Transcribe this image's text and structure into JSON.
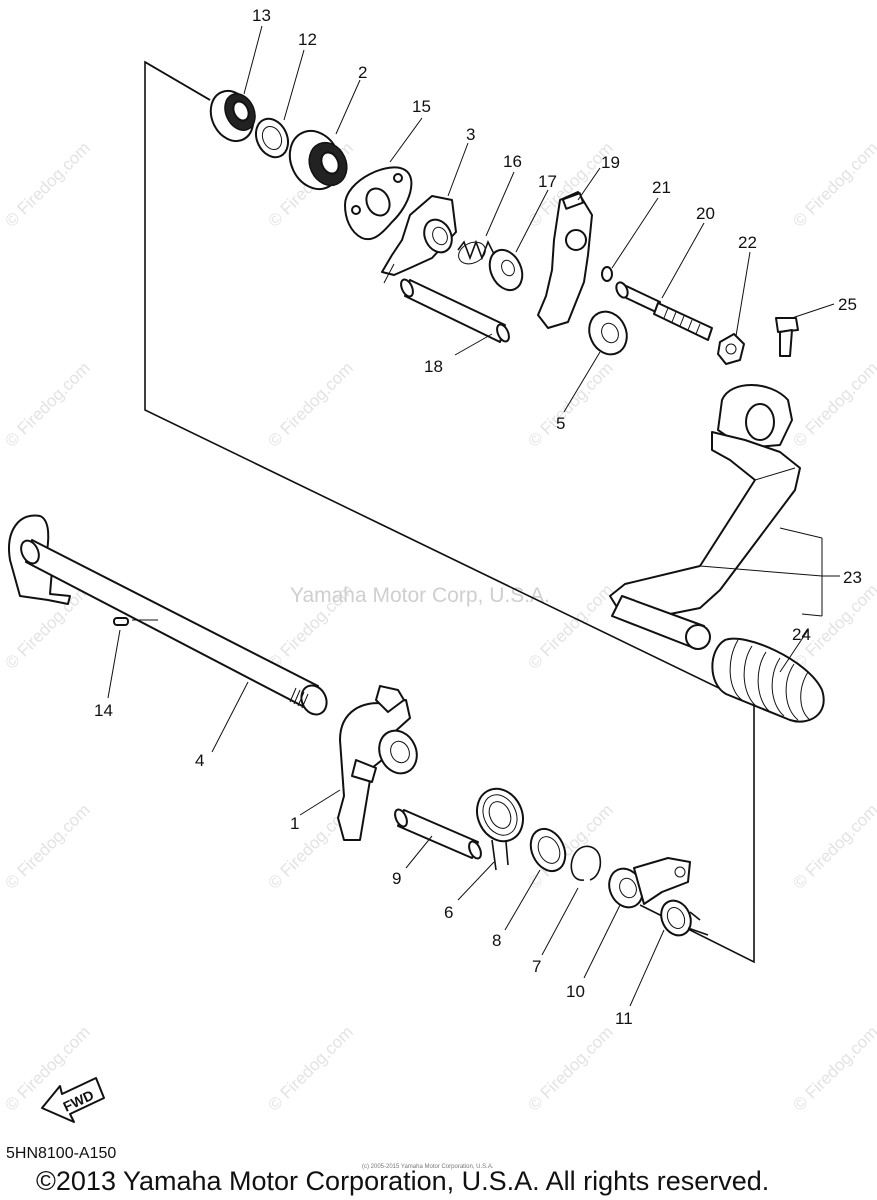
{
  "watermark": "© Firedog.com",
  "center_watermark": "Yamaha Motor Corp, U.S.A.",
  "diagram_code": "5HN8100-A150",
  "copyright": "©2013 Yamaha Motor Corporation, U.S.A. All rights reserved.",
  "tiny_copyright": "(c) 2005-2015 Yamaha Motor Corporation, U.S.A.",
  "fwd_label": "FWD",
  "callouts": {
    "c1": "1",
    "c2": "2",
    "c3": "3",
    "c4": "4",
    "c5": "5",
    "c6": "6",
    "c7": "7",
    "c8": "8",
    "c9": "9",
    "c10": "10",
    "c11": "11",
    "c12": "12",
    "c13": "13",
    "c14": "14",
    "c15": "15",
    "c16": "16",
    "c17": "17",
    "c18": "18",
    "c19": "19",
    "c20": "20",
    "c21": "21",
    "c22": "22",
    "c23": "23",
    "c24": "24",
    "c25": "25"
  }
}
